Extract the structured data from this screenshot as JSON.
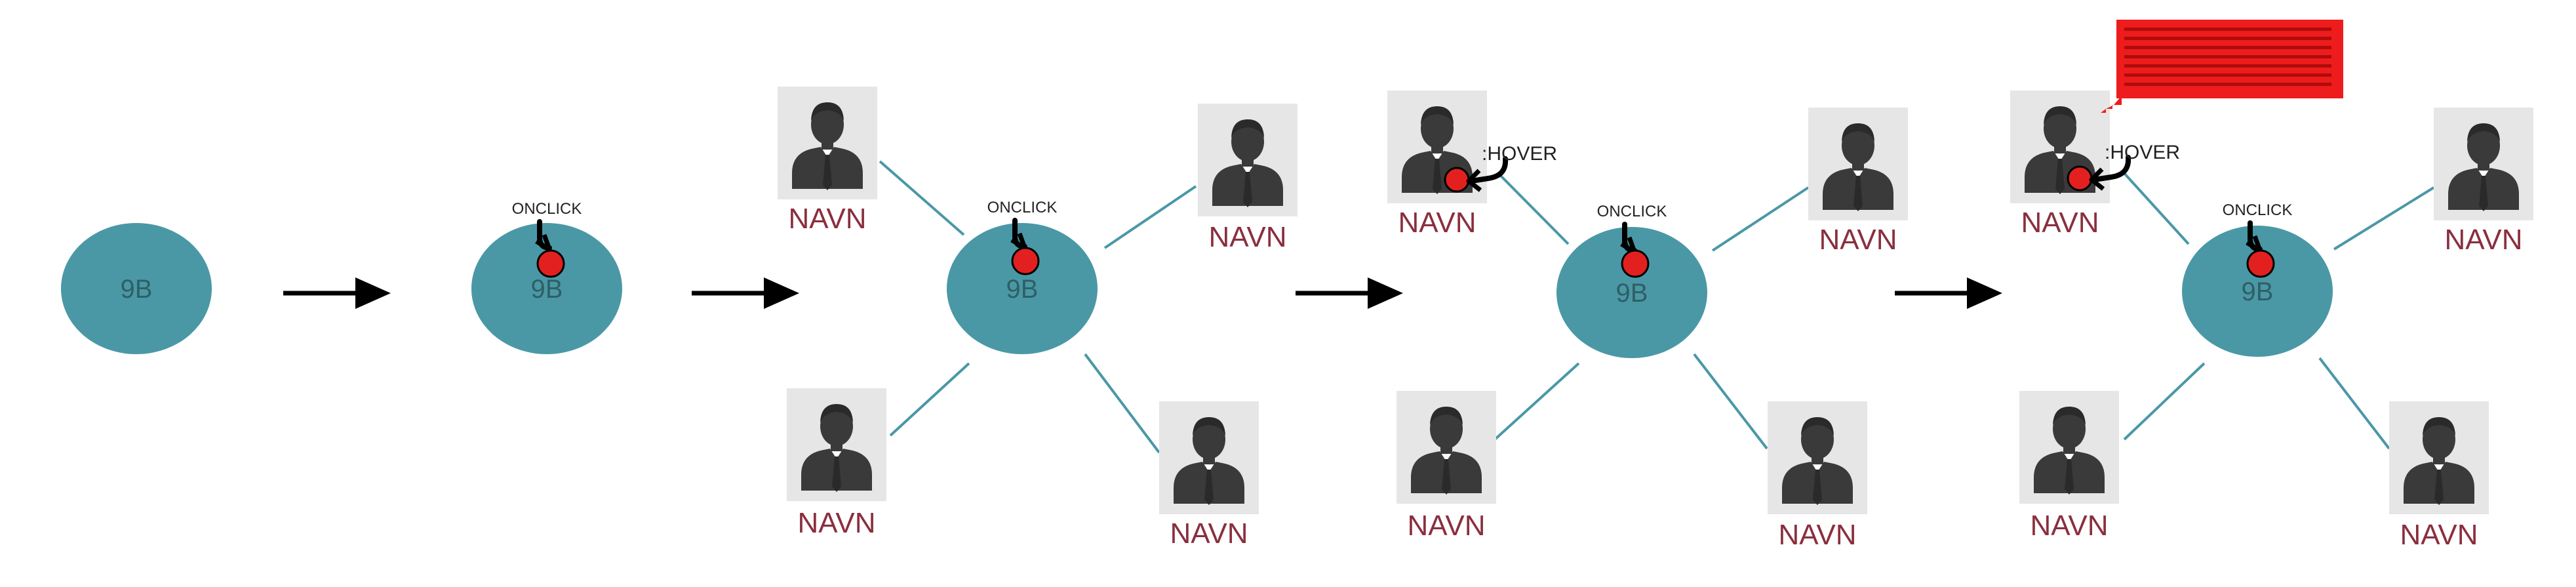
{
  "center_label": "9B",
  "person_label": "NAVN",
  "action_click": "ONCLICK",
  "action_hover": ":HOVER",
  "colors": {
    "circle": "#4a98a6",
    "person_bg": "#e6e6e6",
    "person_figure": "#3a3a3a",
    "connector": "#4a98a6",
    "cursor_dot": "#e32020",
    "name_text": "#8a2f3e",
    "tooltip": "#ee1c1c",
    "arrow": "#000000"
  },
  "icons": {
    "person": "person-silhouette-icon",
    "cursor": "cursor-dot-icon",
    "arrow": "arrow-right-icon",
    "tooltip": "speech-bubble-icon"
  }
}
